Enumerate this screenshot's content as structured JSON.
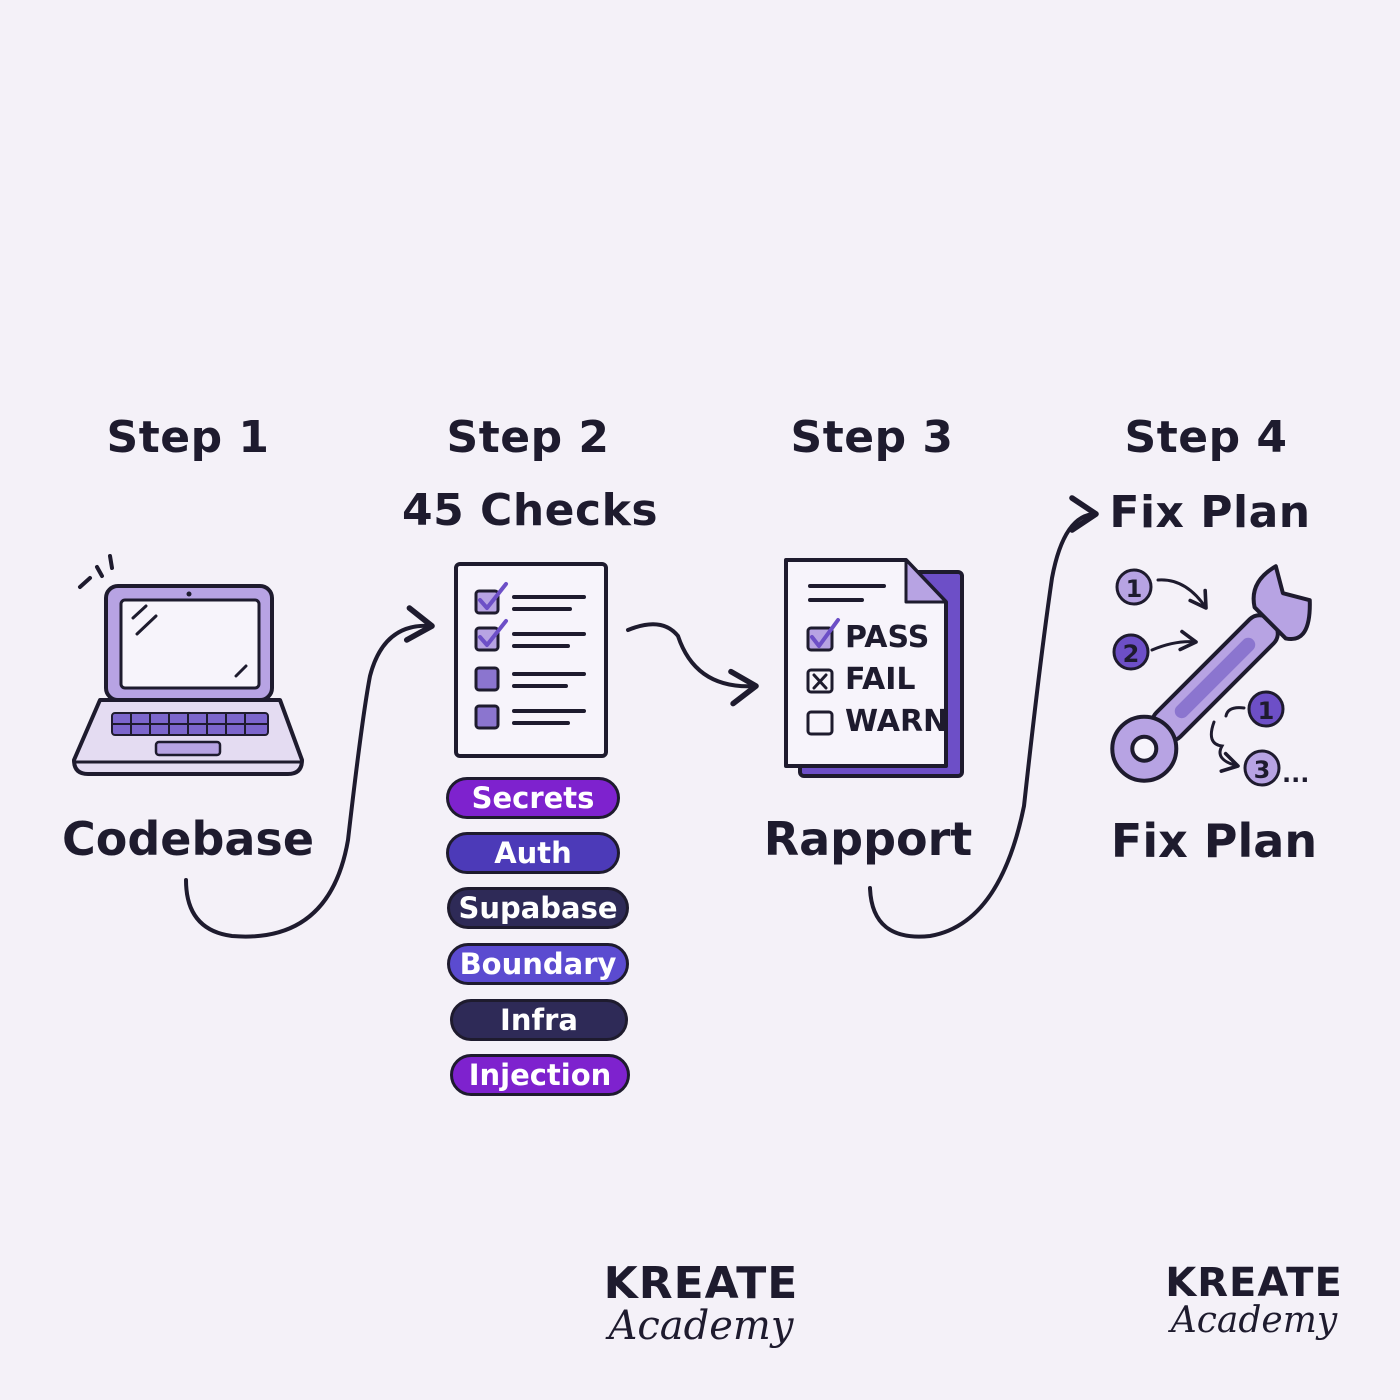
{
  "steps": [
    {
      "heading": "Step 1",
      "label": "Codebase"
    },
    {
      "heading": "Step 2",
      "subheading": "45 Checks"
    },
    {
      "heading": "Step 3",
      "label": "Rapport"
    },
    {
      "heading": "Step 4",
      "subheading": "Fix Plan",
      "label": "Fix Plan"
    }
  ],
  "categories": [
    {
      "label": "Secrets",
      "color": "#7e22ce"
    },
    {
      "label": "Auth",
      "color": "#4c3ab8"
    },
    {
      "label": "Supabase",
      "color": "#2e2a57"
    },
    {
      "label": "Boundary",
      "color": "#5b4bd0"
    },
    {
      "label": "Infra",
      "color": "#2e2a57"
    },
    {
      "label": "Injection",
      "color": "#7e22ce"
    }
  ],
  "report": {
    "pass": "PASS",
    "fail": "FAIL",
    "warn": "WARN"
  },
  "fix_markers": [
    "1",
    "2",
    "1",
    "3",
    "..."
  ],
  "logos": [
    {
      "top": "KREATE",
      "bottom": "Academy"
    },
    {
      "top": "KREATE",
      "bottom": "Academy"
    }
  ],
  "colors": {
    "background": "#f4f1f8",
    "ink": "#1e1b2e",
    "purple_light": "#b7a3e3",
    "purple_mid": "#6d4fc7",
    "purple_deep": "#3c2f8f"
  }
}
